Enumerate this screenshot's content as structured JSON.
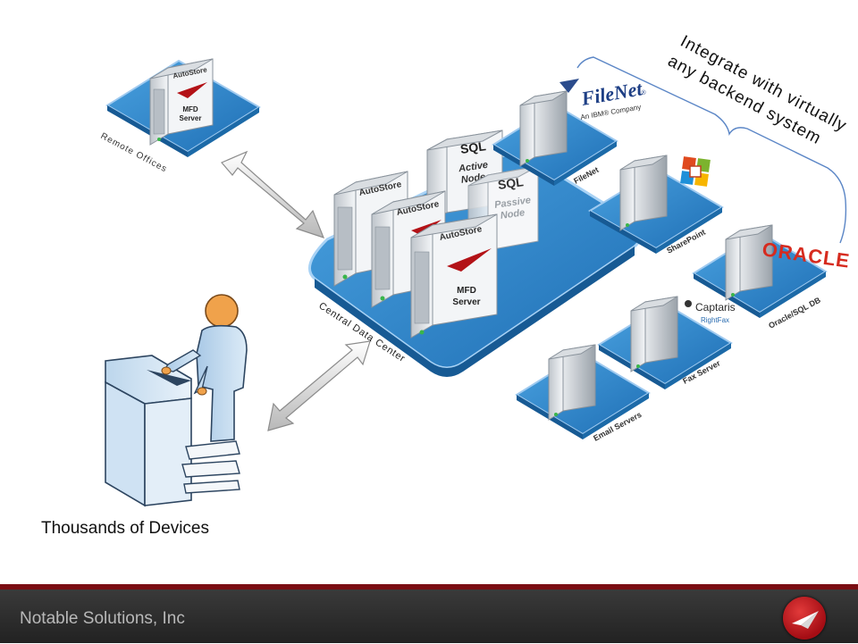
{
  "colors": {
    "platform": "#2e86cf",
    "accent": "#b31217",
    "footer_bg": "#2a2a2a",
    "footer_stripe": "#7a0d12"
  },
  "labels": {
    "remote_offices": "Remote Offices",
    "central": "Central Data Center",
    "devices": "Thousands of Devices",
    "integrate_line1": "Integrate with virtually",
    "integrate_line2": "any backend system"
  },
  "servers": {
    "autostore": "AutoStore",
    "mfd_line1": "MFD",
    "mfd_line2": "Server",
    "sql": "SQL",
    "active_line1": "Active",
    "active_line2": "Node",
    "passive_line1": "Passive",
    "passive_line2": "Node"
  },
  "backends": {
    "filenet": "FileNet",
    "sharepoint": "SharePoint",
    "oracle": "Oracle/SQL DB",
    "fax": "Fax Server",
    "email": "Email Servers"
  },
  "logos": {
    "filenet_main": "FileNet",
    "filenet_tm": "®",
    "filenet_sub": "An IBM® Company",
    "oracle": "ORACLE",
    "captaris": "Captaris",
    "rightfax": "RightFax"
  },
  "footer": {
    "company": "Notable Solutions, Inc"
  }
}
